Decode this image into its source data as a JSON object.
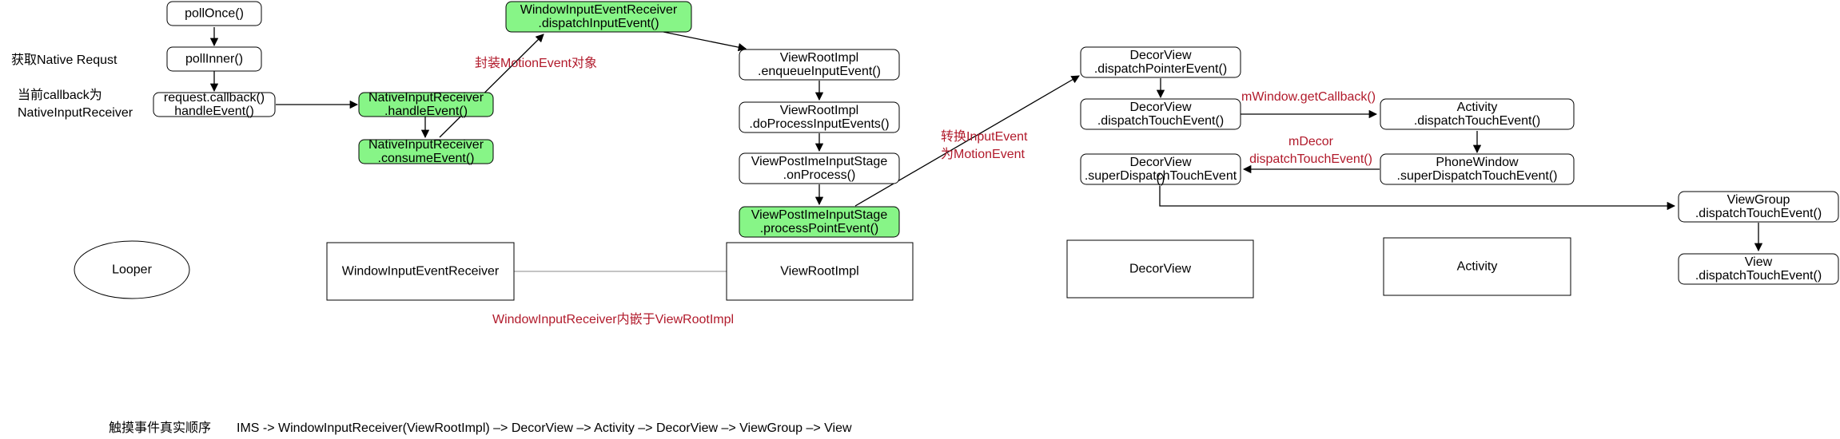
{
  "nodes": {
    "pollOnce": {
      "lines": [
        "pollOnce()"
      ]
    },
    "pollInner": {
      "lines": [
        "pollInner()"
      ]
    },
    "requestCallback": {
      "lines": [
        "request.callback()",
        "handleEvent()"
      ]
    },
    "nireHandle": {
      "lines": [
        "NativeInputReceiver",
        ".handleEvent()"
      ]
    },
    "nireConsume": {
      "lines": [
        "NativeInputReceiver",
        ".consumeEvent()"
      ]
    },
    "wierDispatch": {
      "lines": [
        "WindowInputEventReceiver",
        ".dispatchInputEvent()"
      ]
    },
    "vriEnqueue": {
      "lines": [
        "ViewRootImpl",
        ".enqueueInputEvent()"
      ]
    },
    "vriDoProcess": {
      "lines": [
        "ViewRootImpl",
        ".doProcessInputEvents()"
      ]
    },
    "vpiOnProcess": {
      "lines": [
        "ViewPostImeInputStage",
        ".onProcess()"
      ]
    },
    "vpiProcessPoint": {
      "lines": [
        "ViewPostImeInputStage",
        ".processPointEvent()"
      ]
    },
    "dvPointer": {
      "lines": [
        "DecorView",
        ".dispatchPointerEvent()"
      ]
    },
    "dvTouch": {
      "lines": [
        "DecorView",
        ".dispatchTouchEvent()"
      ]
    },
    "dvSuper": {
      "lines": [
        "DecorView",
        ".superDispatchTouchEvent",
        "()"
      ]
    },
    "actTouch": {
      "lines": [
        "Activity",
        ".dispatchTouchEvent()"
      ]
    },
    "pwSuper": {
      "lines": [
        "PhoneWindow",
        ".superDispatchTouchEvent()"
      ]
    },
    "vgTouch": {
      "lines": [
        "ViewGroup",
        ".dispatchTouchEvent()"
      ]
    },
    "viewTouch": {
      "lines": [
        "View",
        ".dispatchTouchEvent()"
      ]
    },
    "looper": {
      "lines": [
        "Looper"
      ]
    },
    "wierBox": {
      "lines": [
        "WindowInputEventReceiver"
      ]
    },
    "vriBox": {
      "lines": [
        "ViewRootImpl"
      ]
    },
    "decorBox": {
      "lines": [
        "DecorView"
      ]
    },
    "activityBox": {
      "lines": [
        "Activity"
      ]
    }
  },
  "labels": {
    "getNative": {
      "lines": [
        "获取Native Requst"
      ]
    },
    "callbackIs": {
      "lines": [
        "当前callback为",
        "NativeInputReceiver"
      ]
    },
    "wrapMotion": {
      "lines": [
        "封装MotionEvent对象"
      ]
    },
    "convertInput": {
      "lines": [
        "转换InputEvent",
        "为MotionEvent"
      ]
    },
    "getCallback": {
      "lines": [
        "mWindow.getCallback()"
      ]
    },
    "mDecor": {
      "lines": [
        "mDecor",
        "dispatchTouchEvent()"
      ]
    },
    "embedded": {
      "lines": [
        "WindowInputReceiver内嵌于ViewRootImpl"
      ]
    },
    "orderTitle": {
      "lines": [
        "触摸事件真实顺序"
      ]
    },
    "orderSeq": {
      "lines": [
        "IMS -> WindowInputReceiver(ViewRootImpl) –> DecorView –> Activity –> DecorView –> ViewGroup –> View"
      ]
    }
  },
  "colors": {
    "highlight": "#87f587",
    "red_text": "#b11a2b",
    "stroke": "#000000"
  }
}
